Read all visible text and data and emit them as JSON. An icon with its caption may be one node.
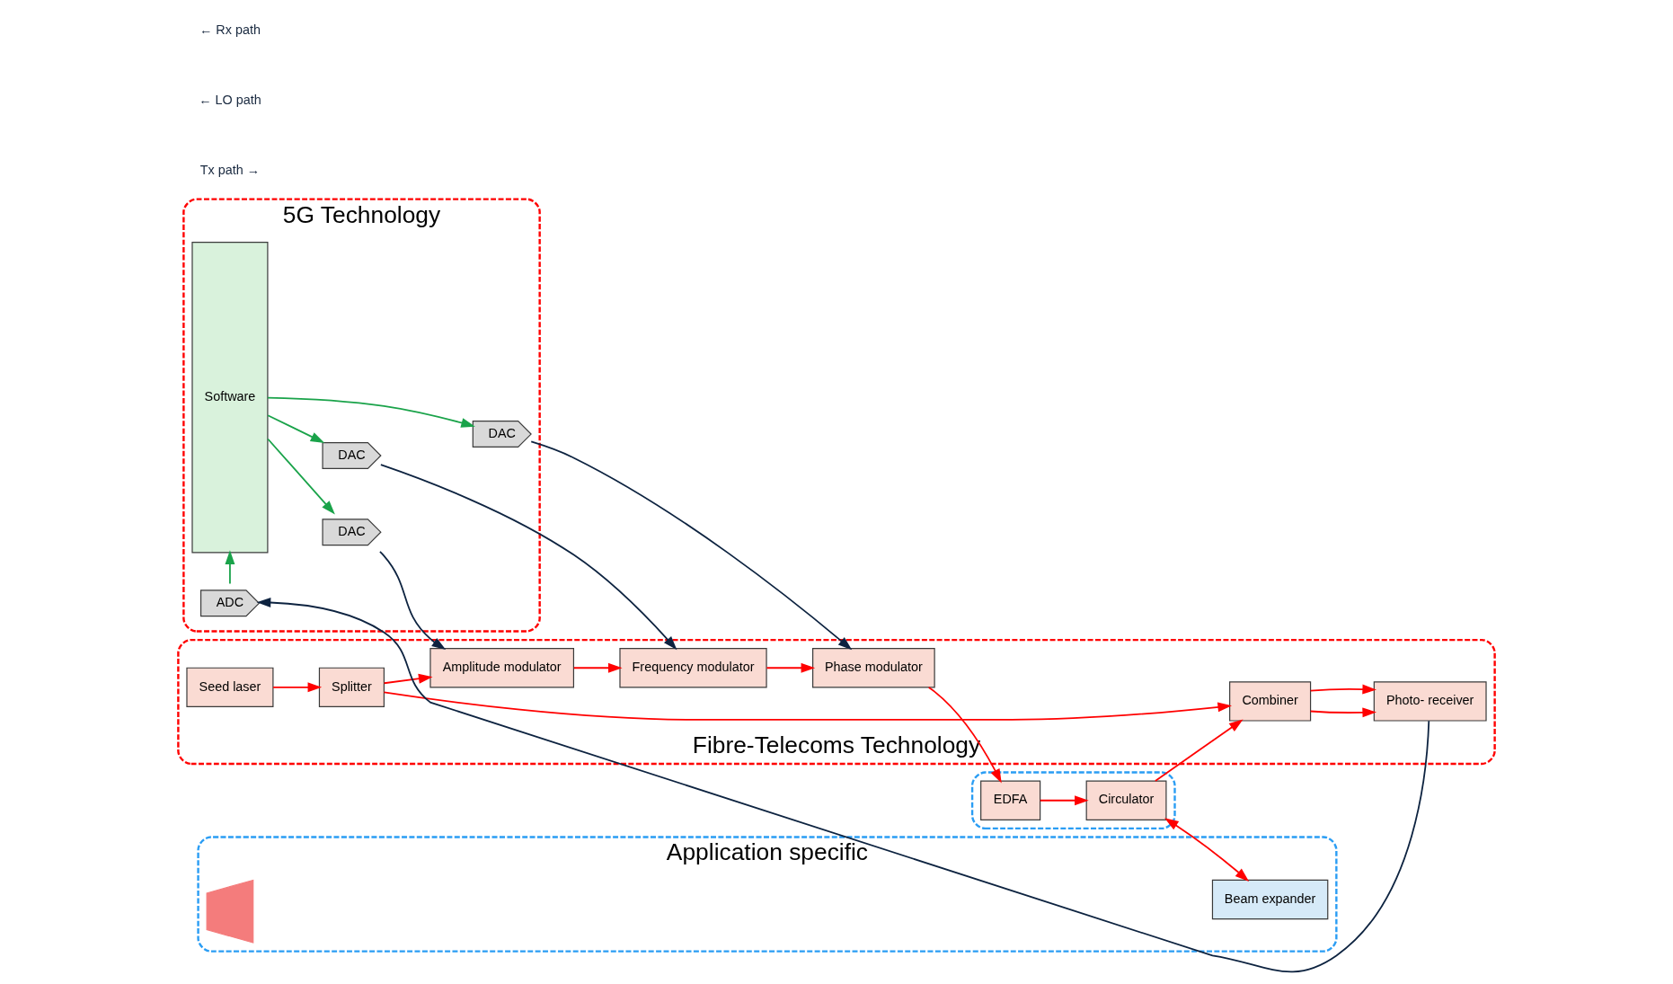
{
  "diagram": {
    "nodes": [
      {
        "text": [
          "5G Technology"
        ]
      },
      {
        "text": [
          "Software"
        ],
        "in": 0
      },
      {
        "text": [
          "DAC"
        ],
        "in": 0
      },
      {
        "text": [
          "DAC"
        ],
        "in": 0
      },
      {
        "text": [
          "DAC"
        ],
        "in": 0
      },
      {
        "text": [
          "ADC"
        ],
        "in": 0
      },
      {
        "text": [
          "Fibre-Telecoms Technology"
        ]
      },
      {
        "text": [
          "Seed laser"
        ],
        "in": 6
      },
      {
        "text": [
          "Splitter"
        ],
        "in": 6
      },
      {
        "text": [
          "Amplitude modulator"
        ],
        "in": 6
      },
      {
        "text": [
          "Frequency modulator"
        ],
        "in": 6
      },
      {
        "text": [
          "Phase modulator"
        ],
        "in": 6
      },
      {
        "text": [],
        "shape": "box"
      },
      {
        "text": [
          "EDFA"
        ],
        "in": 12
      },
      {
        "text": [
          "Circulator"
        ],
        "in": 12
      },
      {
        "text": [
          "Application specific"
        ]
      },
      {
        "text": [
          "Beam expander"
        ],
        "in": 15
      },
      {
        "text": [],
        "shape": "trapezoid",
        "in": 15
      },
      {
        "text": [
          "Combiner"
        ],
        "in": 6
      },
      {
        "text": [
          "Photo- receiver"
        ],
        "in": 6
      }
    ],
    "edges": [
      {
        "from": 1,
        "to": 2,
        "arrow": "to",
        "color": "#1aa34a"
      },
      {
        "from": 1,
        "to": 3,
        "arrow": "to",
        "color": "#1aa34a"
      },
      {
        "from": 1,
        "to": 4,
        "arrow": "to",
        "color": "#1aa34a"
      },
      {
        "from": 5,
        "to": 1,
        "arrow": "to",
        "color": "#1aa34a"
      },
      {
        "from": 2,
        "to": 11,
        "arrow": "to",
        "color": "#0d2340"
      },
      {
        "from": 3,
        "to": 10,
        "arrow": "to",
        "color": "#0d2340"
      },
      {
        "from": 4,
        "to": 9,
        "arrow": "to",
        "color": "#0d2340"
      },
      {
        "from": 7,
        "to": 8,
        "arrow": "to"
      },
      {
        "from": 8,
        "to": 9,
        "arrow": "to"
      },
      {
        "from": 9,
        "to": 10,
        "arrow": "to"
      },
      {
        "from": 10,
        "to": 11,
        "arrow": "to"
      },
      {
        "from": 11,
        "to": 13,
        "arrow": "to"
      },
      {
        "from": 13,
        "to": 14,
        "arrow": "to"
      },
      {
        "from": 14,
        "to": 16,
        "arrow": "both"
      },
      {
        "from": 8,
        "to": 18,
        "arrow": "to"
      },
      {
        "from": 14,
        "to": 18,
        "arrow": "to"
      },
      {
        "from": 18,
        "to": 19,
        "arrow": "to"
      },
      {
        "from": 18,
        "to": 19,
        "arrow": "to"
      },
      {
        "from": 19,
        "to": 5,
        "arrow": "to",
        "color": "#0d2340"
      }
    ],
    "labels": [
      "Tx path →",
      "← LO path",
      "← Rx path"
    ]
  }
}
